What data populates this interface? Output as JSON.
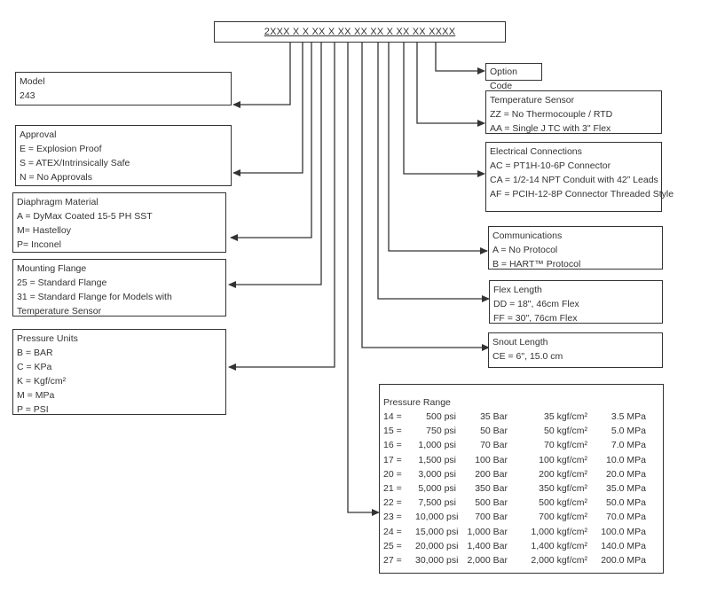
{
  "model_number": "2XXX X X XX X XX XX XX X XX XX XXXX",
  "model": {
    "title": "Model",
    "lines": [
      "243"
    ]
  },
  "approval": {
    "title": "Approval",
    "lines": [
      "E = Explosion Proof",
      "S = ATEX/Intrinsically Safe",
      "N = No Approvals"
    ]
  },
  "diaphragm": {
    "title": "Diaphragm Material",
    "lines": [
      "A = DyMax Coated 15-5 PH SST",
      "M= Hastelloy",
      "P=  Inconel"
    ]
  },
  "mounting": {
    "title": "Mounting Flange",
    "lines": [
      "25 = Standard Flange",
      "31 = Standard Flange for Models with",
      "Temperature Sensor"
    ]
  },
  "pressure_units": {
    "title": "Pressure Units",
    "lines": [
      "B =  BAR",
      "C = KPa",
      "K = Kgf/cm²",
      "M = MPa",
      "P = PSI"
    ]
  },
  "option_code": {
    "title": "Option Code"
  },
  "temp_sensor": {
    "title": "Temperature Sensor",
    "lines": [
      "ZZ = No Thermocouple / RTD",
      "AA =  Single J TC with 3\" Flex"
    ]
  },
  "electrical": {
    "title": "Electrical Connections",
    "lines": [
      "AC = PT1H-10-6P Connector",
      "CA = 1/2-14 NPT Conduit with 42” Leads",
      "AF = PCIH-12-8P Connector Threaded Style"
    ]
  },
  "communications": {
    "title": "Communications",
    "lines": [
      "A =  No Protocol",
      "B = HART™ Protocol"
    ]
  },
  "flex_length": {
    "title": "Flex Length",
    "lines": [
      "DD = 18\",  46cm Flex",
      "FF = 30\", 76cm Flex"
    ]
  },
  "snout_length": {
    "title": "Snout Length",
    "lines": [
      "CE = 6\", 15.0 cm"
    ]
  },
  "pressure_range": {
    "title": "Pressure Range",
    "rows": [
      [
        "14 =",
        "500 psi",
        "35 Bar",
        "35 kgf/cm²",
        "3.5 MPa"
      ],
      [
        "15 =",
        "750 psi",
        "50 Bar",
        "50 kgf/cm²",
        "5.0 MPa"
      ],
      [
        "16 =",
        "1,000 psi",
        "70 Bar",
        "70 kgf/cm²",
        "7.0 MPa"
      ],
      [
        "17 =",
        "1,500 psi",
        "100 Bar",
        "100 kgf/cm²",
        "10.0 MPa"
      ],
      [
        "20 =",
        "3,000 psi",
        "200 Bar",
        "200 kgf/cm²",
        "20.0 MPa"
      ],
      [
        "21 =",
        "5,000 psi",
        "350 Bar",
        "350 kgf/cm²",
        "35.0 MPa"
      ],
      [
        "22 =",
        "7,500 psi",
        "500 Bar",
        "500 kgf/cm²",
        "50.0 MPa"
      ],
      [
        "23 =",
        "10,000 psi",
        "700 Bar",
        "700 kgf/cm²",
        "70.0 MPa"
      ],
      [
        "24 =",
        "15,000 psi",
        "1,000 Bar",
        "1,000 kgf/cm²",
        "100.0 MPa"
      ],
      [
        "25 =",
        "20,000 psi",
        "1,400 Bar",
        "1,400 kgf/cm²",
        "140.0 MPa"
      ],
      [
        "27 =",
        "30,000 psi",
        "2,000 Bar",
        "2,000 kgf/cm²",
        "200.0 MPa"
      ]
    ]
  }
}
